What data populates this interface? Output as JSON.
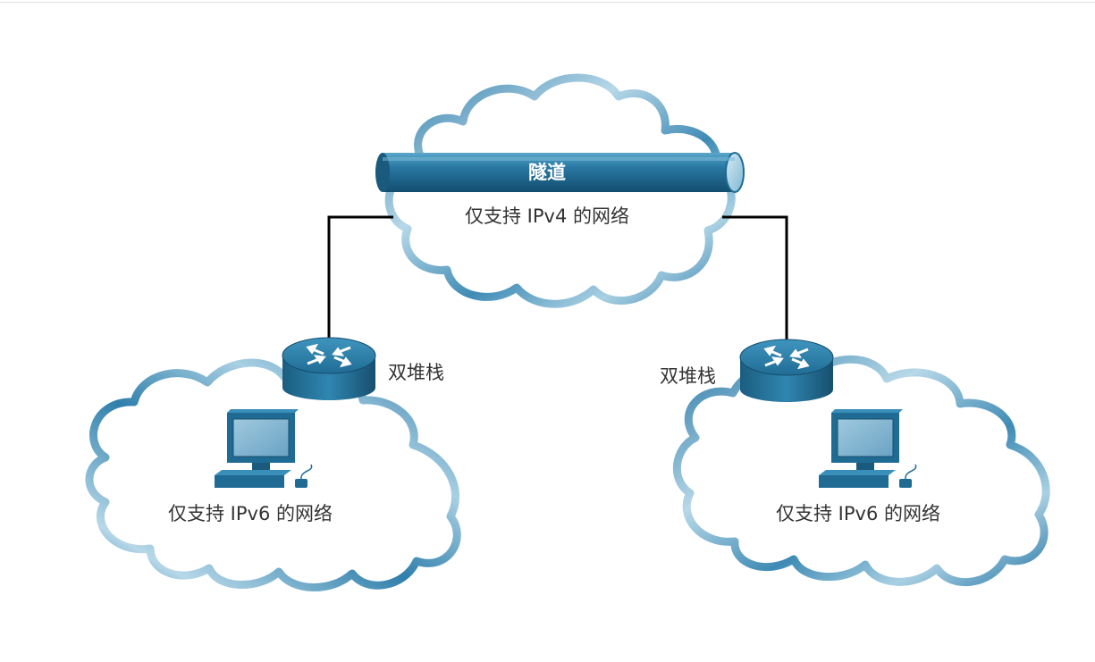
{
  "diagram": {
    "tunnel_label": "隧道",
    "ipv4_cloud_label": "仅支持 IPv4 的网络",
    "left_router_label": "双堆栈",
    "right_router_label": "双堆栈",
    "left_cloud_label": "仅支持 IPv6 的网络",
    "right_cloud_label": "仅支持 IPv6 的网络"
  },
  "colors": {
    "cloud_outline_dark": "#2c7aa8",
    "cloud_outline_light": "#a9d0e3",
    "device_blue": "#1f6b93",
    "link_line": "#000000",
    "text": "#333333"
  },
  "icons": [
    "cloud-icon",
    "router-icon",
    "workstation-icon",
    "tunnel-pipe-icon"
  ]
}
